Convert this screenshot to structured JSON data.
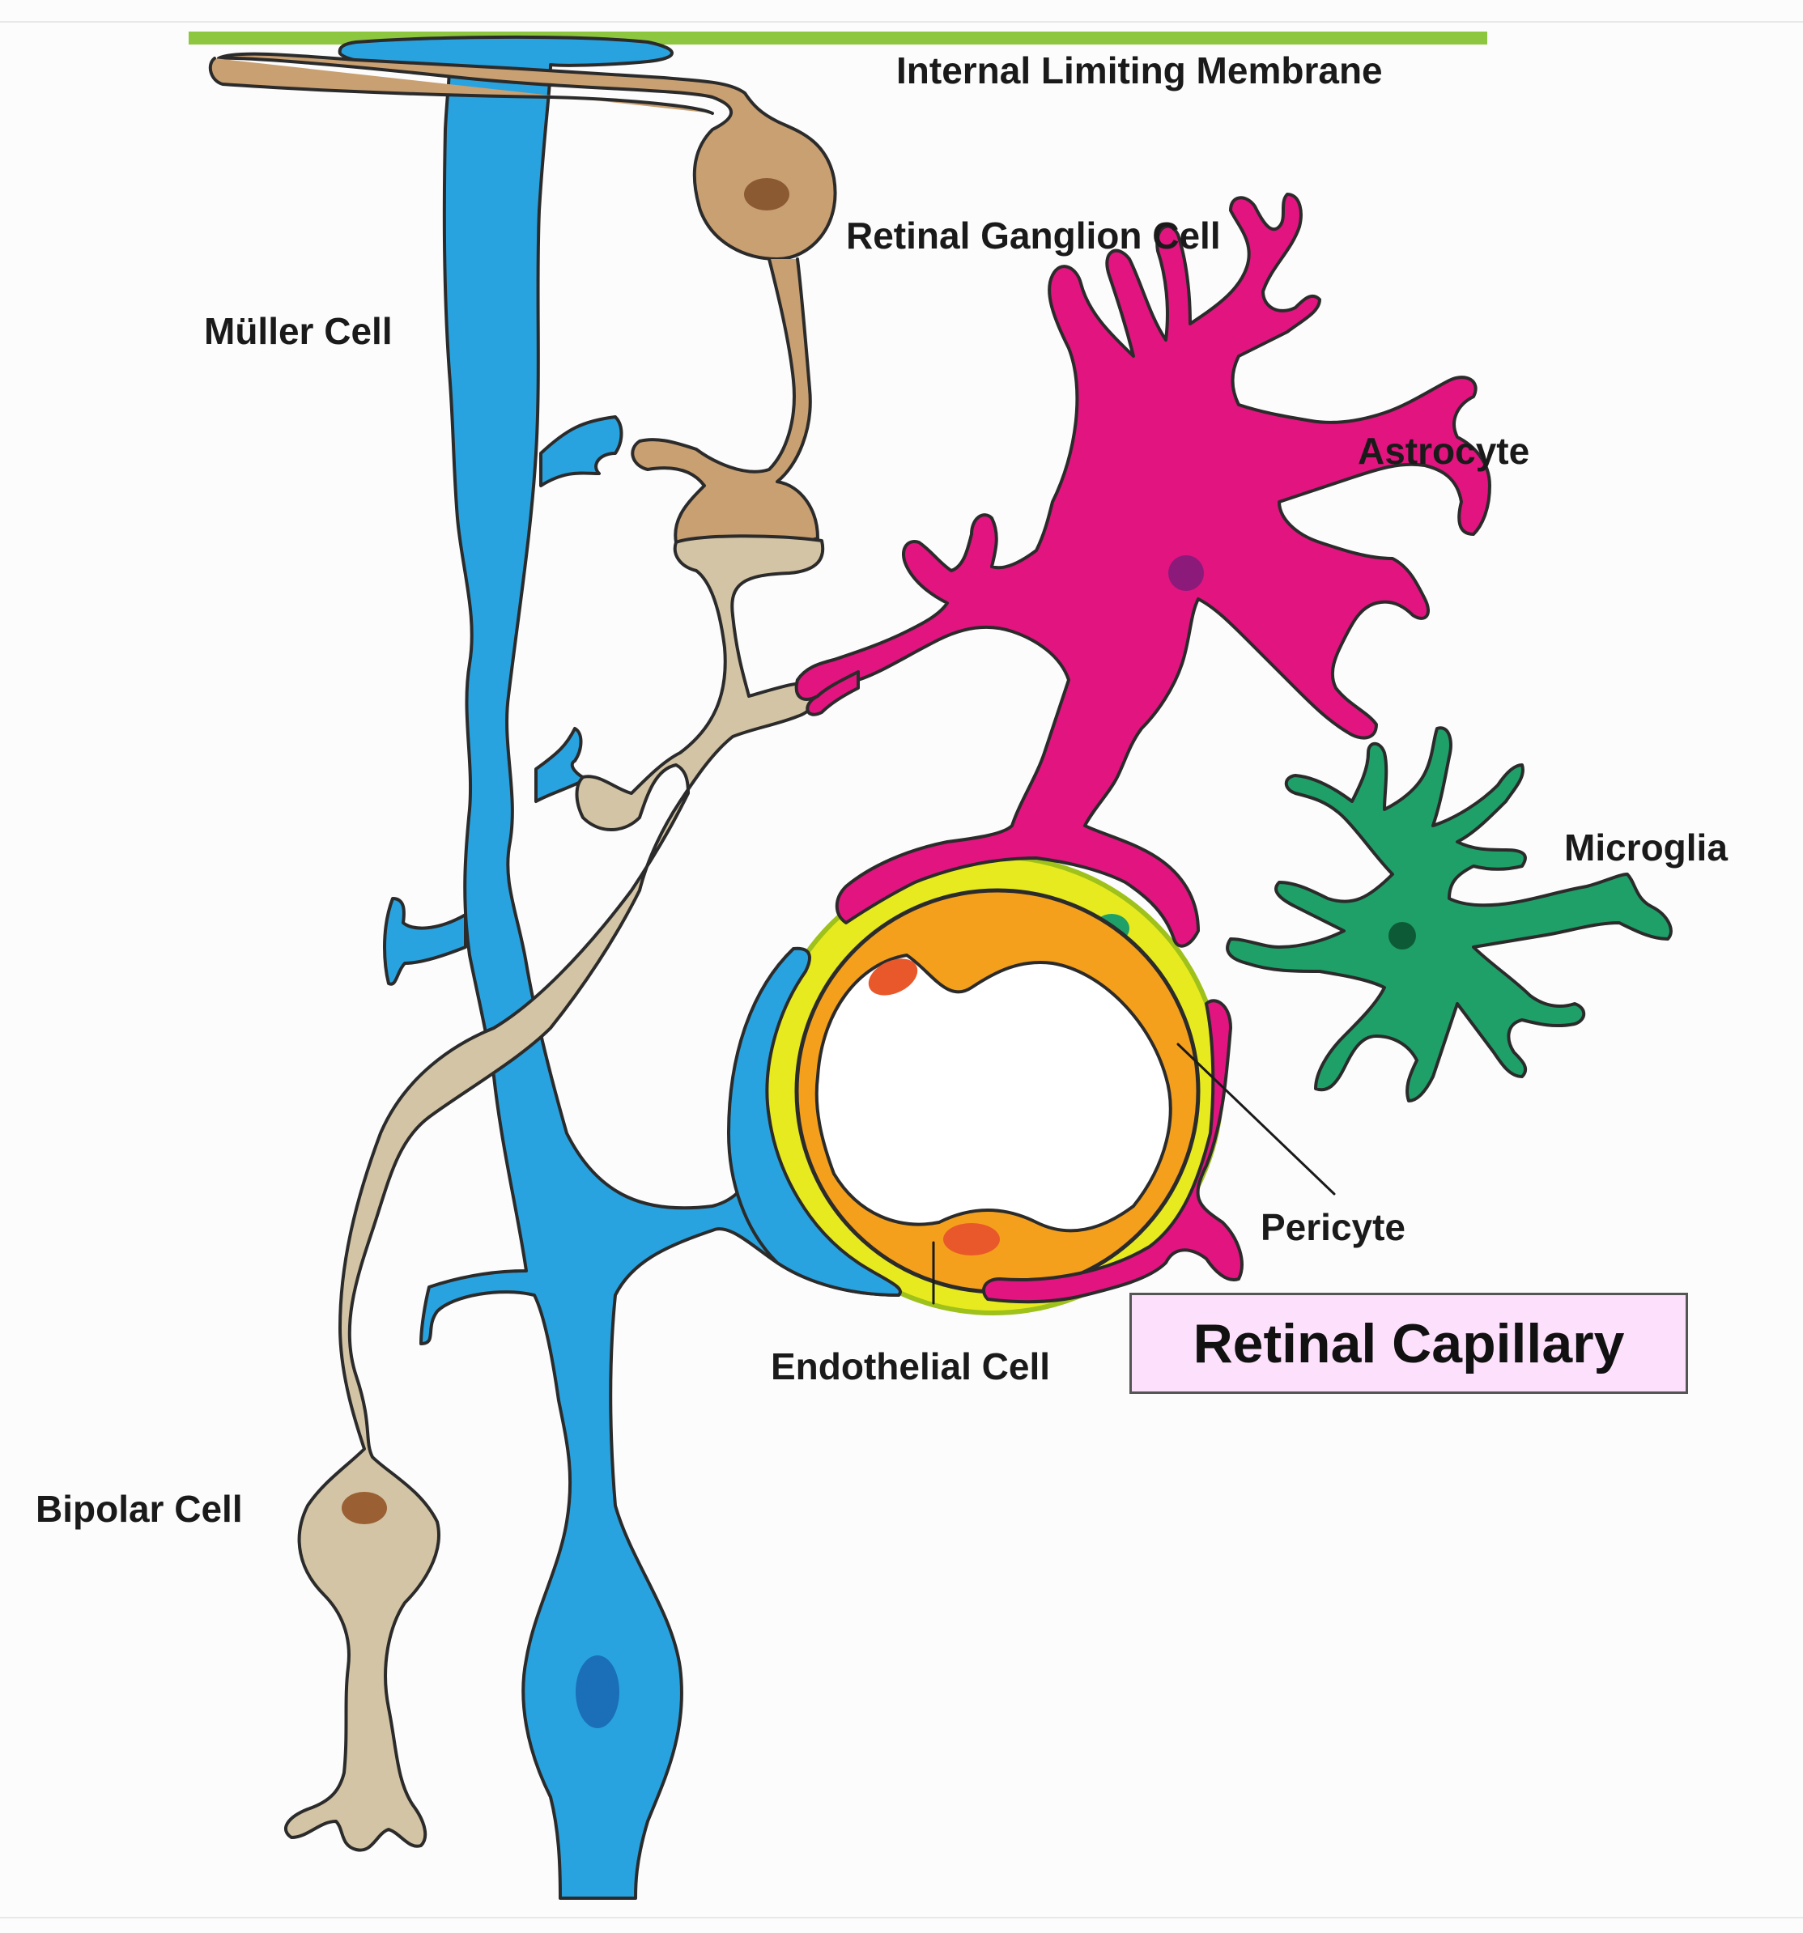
{
  "labels": {
    "ilm": "Internal Limiting Membrane",
    "rgc": "Retinal Ganglion Cell",
    "muller": "Müller Cell",
    "astrocyte": "Astrocyte",
    "microglia": "Microglia",
    "pericyte": "Pericyte",
    "endothelial": "Endothelial Cell",
    "bipolar": "Bipolar Cell",
    "capillary": "Retinal Capillary"
  },
  "colors": {
    "ilm": "#8dc63f",
    "muller": "#29a3df",
    "muller_nucleus": "#1a6fb8",
    "rgc": "#c9a072",
    "rgc_nucleus": "#8b5a32",
    "bipolar": "#d3c4a5",
    "bipolar_nucleus": "#9a5f32",
    "astrocyte": "#e2147f",
    "astrocyte_nucleus": "#8b1a7a",
    "microglia": "#1fa068",
    "microglia_nucleus": "#0d5b36",
    "pericyte": "#e7ea1e",
    "endothelial": "#f5a01c",
    "endothelial_nucleus": "#e9582a",
    "capillary_box": "#fde0fb"
  }
}
